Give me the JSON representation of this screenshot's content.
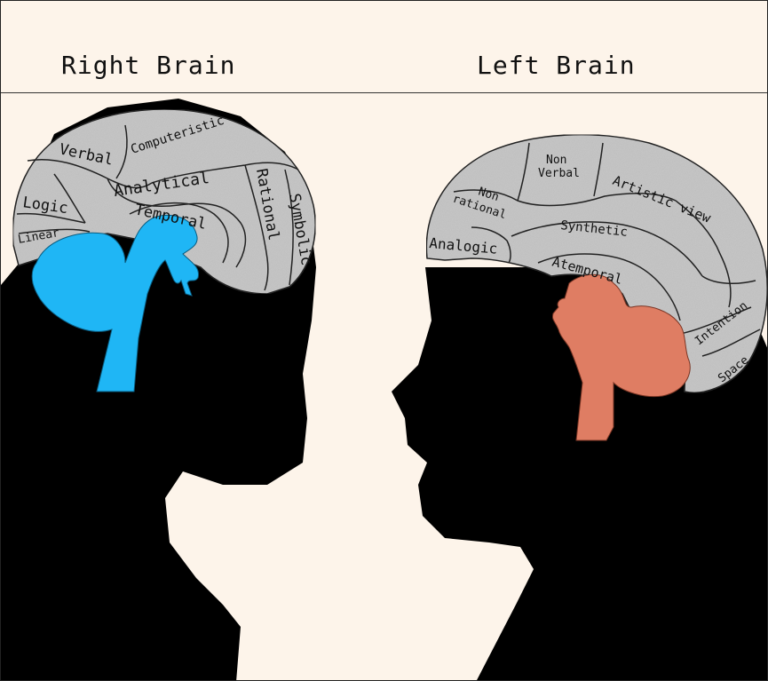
{
  "header": {
    "right_title": "Right Brain",
    "left_title": "Left Brain"
  },
  "right_head": {
    "labels": {
      "verbal": "Verbal",
      "computeristic": "Computeristic",
      "logic": "Logic",
      "analytical": "Analytical",
      "rational": "Rational",
      "symbolic": "Symbolic",
      "temporal": "Temporal",
      "linear": "Linear"
    }
  },
  "left_head": {
    "labels": {
      "non_verbal_1": "Non",
      "non_verbal_2": "Verbal",
      "artistic_view": "Artistic view",
      "non_rational_1": "Non",
      "non_rational_2": "rational",
      "synthetic": "Synthetic",
      "analogic": "Analogic",
      "atemporal": "Atemporal",
      "intention": "Intention",
      "space": "Space"
    }
  },
  "colors": {
    "background": "#fdf4ea",
    "brain": "#c8c8c8",
    "right_stem": "#1fb6f5",
    "left_stem": "#df7d63",
    "silhouette": "#000000"
  }
}
